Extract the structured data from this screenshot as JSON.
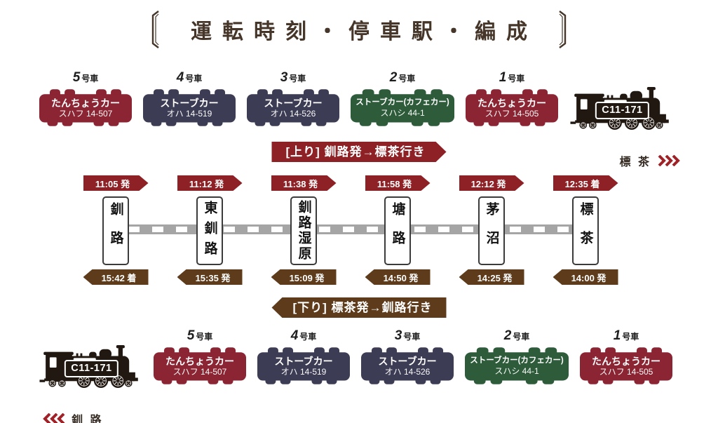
{
  "title": "運転時刻・停車駅・編成",
  "colors": {
    "car_red": "#8b2533",
    "car_navy": "#3d3c55",
    "car_green": "#2e5c3b",
    "arrow_red": "#8e2126",
    "arrow_brown": "#5d3b1b",
    "loco_black": "#221812",
    "track_gray": "#a5a5a5",
    "title_brown": "#453629",
    "chevron_red": "#9e2227"
  },
  "up_banner": "[上り] 釧路発→標茶行き",
  "down_banner": "[下り] 標茶発→釧路行き",
  "formation_top": {
    "locomotive": "C11-171",
    "destination": "標 茶",
    "cars": [
      {
        "number": "5",
        "suffix": "号車",
        "name": "たんちょうカー",
        "code": "スハフ 14-507",
        "color": "#8b2533"
      },
      {
        "number": "4",
        "suffix": "号車",
        "name": "ストーブカー",
        "code": "オハ 14-519",
        "color": "#3d3c55"
      },
      {
        "number": "3",
        "suffix": "号車",
        "name": "ストーブカー",
        "code": "オハ 14-526",
        "color": "#3d3c55"
      },
      {
        "number": "2",
        "suffix": "号車",
        "name": "ストーブカー(カフェカー)",
        "code": "スハシ 44-1",
        "color": "#2e5c3b"
      },
      {
        "number": "1",
        "suffix": "号車",
        "name": "たんちょうカー",
        "code": "スハフ 14-505",
        "color": "#8b2533"
      }
    ]
  },
  "stations": [
    {
      "name": "釧路",
      "up_time": "11:05 発",
      "down_time": "15:42 着"
    },
    {
      "name": "東釧路",
      "up_time": "11:12 発",
      "down_time": "15:35 発"
    },
    {
      "name": "釧路湿原",
      "up_time": "11:38 発",
      "down_time": "15:09 発"
    },
    {
      "name": "塘路",
      "up_time": "11:58 発",
      "down_time": "14:50 発"
    },
    {
      "name": "茅沼",
      "up_time": "12:12 発",
      "down_time": "14:25 発"
    },
    {
      "name": "標茶",
      "up_time": "12:35 着",
      "down_time": "14:00 発"
    }
  ],
  "formation_bottom": {
    "locomotive": "C11-171",
    "destination": "釧 路",
    "cars": [
      {
        "number": "5",
        "suffix": "号車",
        "name": "たんちょうカー",
        "code": "スハフ 14-507",
        "color": "#8b2533"
      },
      {
        "number": "4",
        "suffix": "号車",
        "name": "ストーブカー",
        "code": "オハ 14-519",
        "color": "#3d3c55"
      },
      {
        "number": "3",
        "suffix": "号車",
        "name": "ストーブカー",
        "code": "オハ 14-526",
        "color": "#3d3c55"
      },
      {
        "number": "2",
        "suffix": "号車",
        "name": "ストーブカー(カフェカー)",
        "code": "スハシ 44-1",
        "color": "#2e5c3b"
      },
      {
        "number": "1",
        "suffix": "号車",
        "name": "たんちょうカー",
        "code": "スハフ 14-505",
        "color": "#8b2533"
      }
    ]
  }
}
